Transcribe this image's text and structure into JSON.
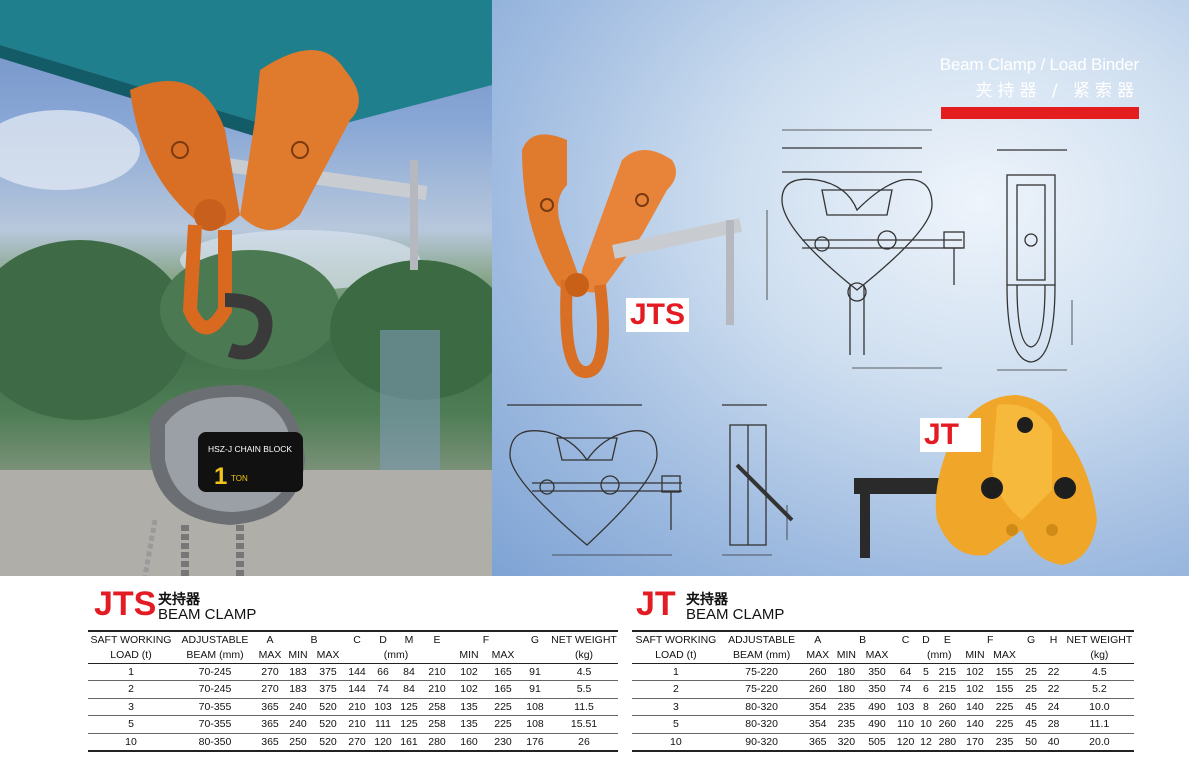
{
  "banner": {
    "title_en": "Beam Clamp / Load Binder",
    "title_cn": "夹持器 / 紧索器"
  },
  "photo": {
    "chain_block_line1": "HSZ-J CHAIN BLOCK",
    "chain_block_capacity": "1",
    "chain_block_unit": "TON"
  },
  "labels": {
    "jts_tag": "JTS",
    "jt_tag": "JT"
  },
  "colors": {
    "brand_red": "#e31c23",
    "clamp_orange": "#e07a2c",
    "jt_yellow": "#f0a628",
    "background_blue": "#9fbbe0"
  },
  "jts": {
    "model": "JTS",
    "title_cn": "夹持器",
    "title_en": "BEAM CLAMP",
    "headers_top": [
      "SAFT WORKING",
      "ADJUSTABLE",
      "A",
      "B",
      "C",
      "D",
      "M",
      "E",
      "F",
      "G",
      "NET WEIGHT"
    ],
    "headers_sub": [
      "LOAD (t)",
      "BEAM (mm)",
      "MAX",
      "MIN",
      "MAX",
      "(mm)",
      "MIN",
      "MAX",
      "(kg)"
    ],
    "rows": [
      [
        "1",
        "70-245",
        "270",
        "183",
        "375",
        "144",
        "66",
        "84",
        "210",
        "102",
        "165",
        "91",
        "4.5"
      ],
      [
        "2",
        "70-245",
        "270",
        "183",
        "375",
        "144",
        "74",
        "84",
        "210",
        "102",
        "165",
        "91",
        "5.5"
      ],
      [
        "3",
        "70-355",
        "365",
        "240",
        "520",
        "210",
        "103",
        "125",
        "258",
        "135",
        "225",
        "108",
        "11.5"
      ],
      [
        "5",
        "70-355",
        "365",
        "240",
        "520",
        "210",
        "111",
        "125",
        "258",
        "135",
        "225",
        "108",
        "15.51"
      ],
      [
        "10",
        "80-350",
        "365",
        "250",
        "520",
        "270",
        "120",
        "161",
        "280",
        "160",
        "230",
        "176",
        "26"
      ]
    ]
  },
  "jt": {
    "model": "JT",
    "title_cn": "夹持器",
    "title_en": "BEAM CLAMP",
    "headers_top": [
      "SAFT WORKING",
      "ADJUSTABLE",
      "A",
      "B",
      "C",
      "D",
      "E",
      "F",
      "G",
      "H",
      "NET WEIGHT"
    ],
    "headers_sub": [
      "LOAD (t)",
      "BEAM (mm)",
      "MAX",
      "MIN",
      "MAX",
      "(mm)",
      "MIN",
      "MAX",
      "(kg)"
    ],
    "rows": [
      [
        "1",
        "75-220",
        "260",
        "180",
        "350",
        "64",
        "5",
        "215",
        "102",
        "155",
        "25",
        "22",
        "4.5"
      ],
      [
        "2",
        "75-220",
        "260",
        "180",
        "350",
        "74",
        "6",
        "215",
        "102",
        "155",
        "25",
        "22",
        "5.2"
      ],
      [
        "3",
        "80-320",
        "354",
        "235",
        "490",
        "103",
        "8",
        "260",
        "140",
        "225",
        "45",
        "24",
        "10.0"
      ],
      [
        "5",
        "80-320",
        "354",
        "235",
        "490",
        "110",
        "10",
        "260",
        "140",
        "225",
        "45",
        "28",
        "11.1"
      ],
      [
        "10",
        "90-320",
        "365",
        "320",
        "505",
        "120",
        "12",
        "280",
        "170",
        "235",
        "50",
        "40",
        "20.0"
      ]
    ]
  }
}
